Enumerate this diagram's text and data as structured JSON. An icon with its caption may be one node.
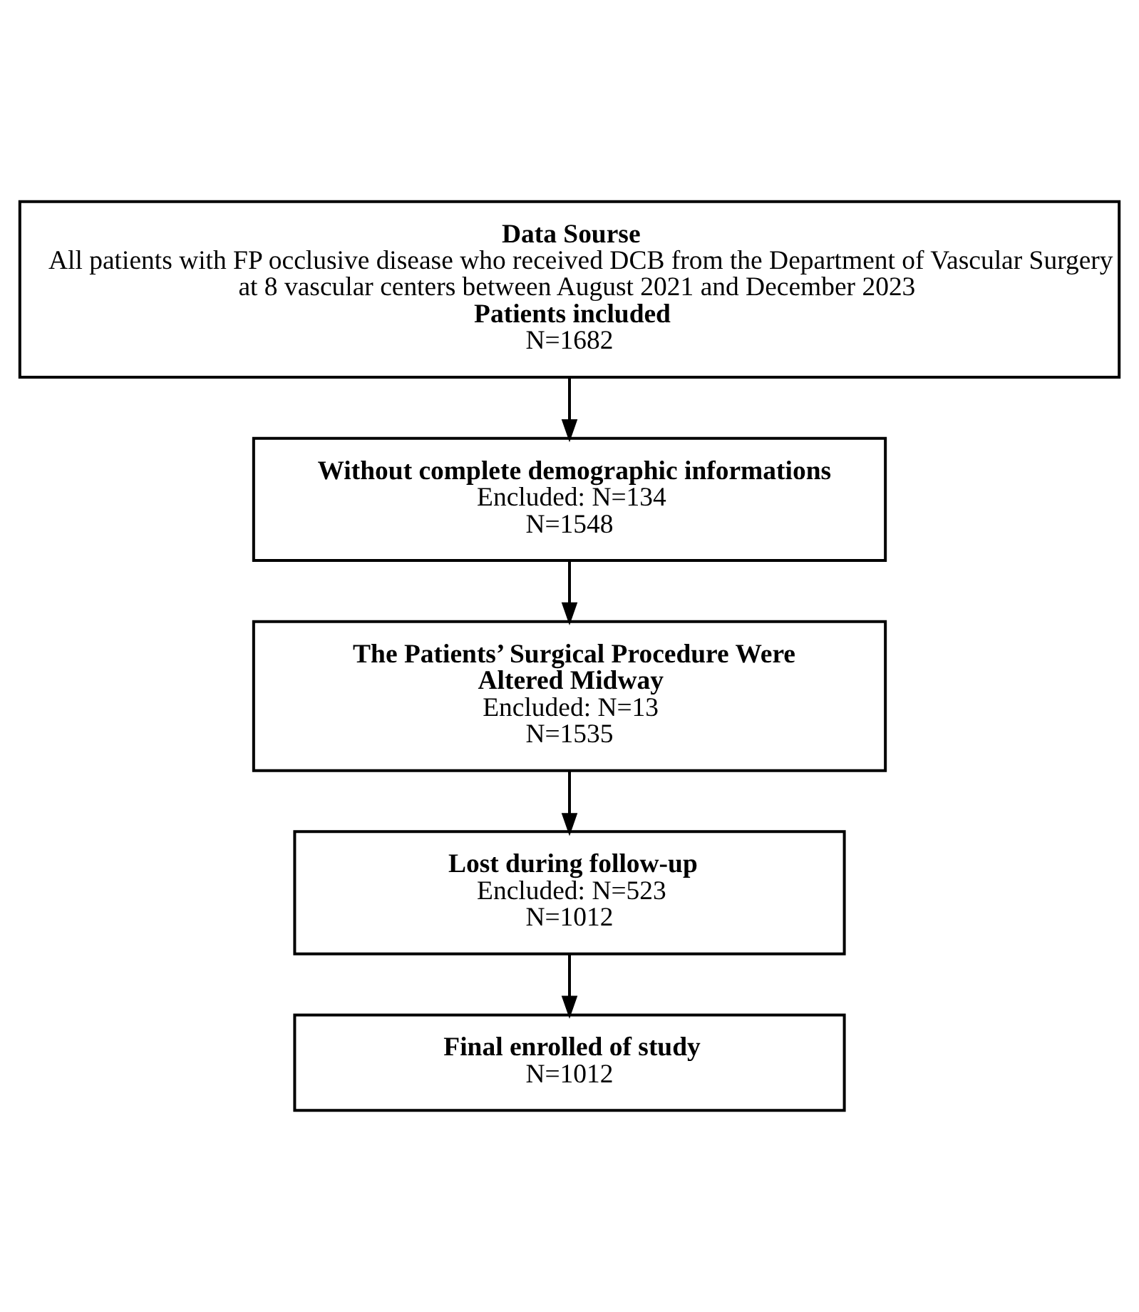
{
  "diagram": {
    "nodes": [
      {
        "text": [
          "Data Sourse",
          "All patients with FP occlusive disease who received DCB from the Department of Vascular Surgery at 8 vascular centers between August 2021 and December 2023",
          "Patients included",
          "N=1682"
        ]
      },
      {
        "text": [
          "Without complete demographic informations",
          "Encluded: N=134",
          "N=1548"
        ]
      },
      {
        "text": [
          "The Patients’ Surgical Procedure Were Altered Midway",
          "Encluded: N=13",
          "N=1535"
        ]
      },
      {
        "text": [
          "Lost during follow-up",
          "Encluded: N=523",
          "N=1012"
        ]
      },
      {
        "text": [
          "Final enrolled of study",
          "N=1012"
        ]
      }
    ],
    "edges": [
      {
        "from": 0,
        "to": 1,
        "arrow": "to"
      },
      {
        "from": 1,
        "to": 2,
        "arrow": "to"
      },
      {
        "from": 2,
        "to": 3,
        "arrow": "to"
      },
      {
        "from": 3,
        "to": 4,
        "arrow": "to"
      }
    ]
  }
}
